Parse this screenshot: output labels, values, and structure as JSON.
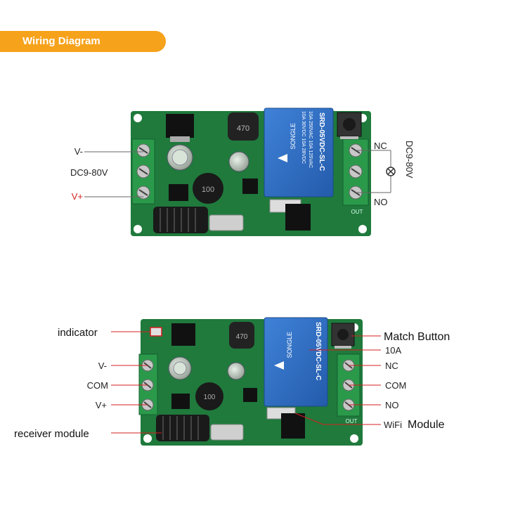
{
  "header": {
    "title": "Wiring Diagram"
  },
  "colors": {
    "accent": "#f7a21b",
    "pcb": "#1f7a3c",
    "relay": "#2f6fc4",
    "callout_line": "#d42020",
    "v_plus": "#d42020"
  },
  "diagram1": {
    "left_labels": {
      "v_minus": "V-",
      "voltage": "DC9-80V",
      "v_plus": "V+"
    },
    "right_labels": {
      "nc": "NC",
      "no": "NO",
      "voltage": "DC9-80V"
    },
    "relay_text": {
      "brand": "SONGLE",
      "model": "SRD-05VDC-SL-C",
      "rating1": "10A 250VAC 10A 125VAC",
      "rating2": "10A 30VDC 10A 28VDC"
    },
    "board_text": {
      "out": "OUT",
      "inductor": "100",
      "ic": "470"
    },
    "load_icon": "lamp-cross-icon"
  },
  "diagram2": {
    "left_labels": {
      "indicator": "indicator",
      "v_minus": "V-",
      "com": "COM",
      "v_plus": "V+",
      "receiver": "receiver module"
    },
    "right_labels": {
      "match": "Match Button",
      "amp": "10A",
      "nc": "NC",
      "com": "COM",
      "no": "NO",
      "wifi_pre": "WiFi",
      "wifi_post": "Module"
    },
    "relay_text": {
      "brand": "SONGLE",
      "model": "SRD-05VDC-SL-C"
    },
    "board_text": {
      "out": "OUT",
      "inductor": "100",
      "ic": "470"
    }
  }
}
